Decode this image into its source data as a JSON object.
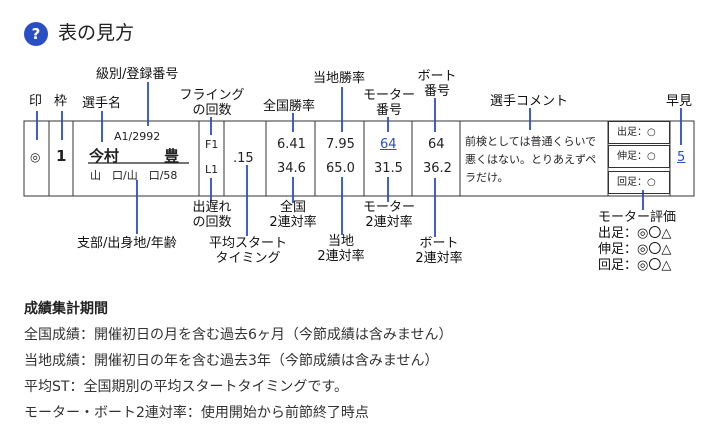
{
  "header": {
    "help_icon": "?",
    "title": "表の見方"
  },
  "labels": {
    "mark": "印",
    "frame": "枠",
    "racer_name": "選手名",
    "class_reg": "級別/登録番号",
    "flying_1": "フライング",
    "flying_2": "の回数",
    "national_win": "全国勝率",
    "local_win": "当地勝率",
    "motor_1": "モーター",
    "motor_2": "番号",
    "boat_1": "ボート",
    "boat_2": "番号",
    "comment": "選手コメント",
    "early_view": "早見",
    "late_1": "出遅れ",
    "late_2": "の回数",
    "national_2_1": "全国",
    "national_2_2": "2連対率",
    "avg_st_1": "平均スタート",
    "avg_st_2": "タイミング",
    "local_2_1": "当地",
    "local_2_2": "2連対率",
    "motor2_1": "モーター",
    "motor2_2": "2連対率",
    "boat2_1": "ボート",
    "boat2_2": "2連対率",
    "branch": "支部/出身地/年齢",
    "motor_eval": "モーター評価",
    "eval_start": "出足：◎〇△",
    "eval_stretch": "伸足：◎〇△",
    "eval_turn": "回足：◎〇△"
  },
  "row": {
    "mark": "◎",
    "frame": "1",
    "class_reg": "A1/2992",
    "name": "今村　　　豊",
    "branch": "山　口/山　口/58",
    "f_label": "F1",
    "l_label": "L1",
    "avg_st": ".15",
    "national_win": "6.41",
    "national_2": "34.6",
    "local_win": "7.95",
    "local_2": "65.0",
    "motor_no": "64",
    "motor_2": "31.5",
    "boat_no": "64",
    "boat_2": "36.2",
    "comment": "前検としては普通くらいで悪くはない。とりあえずペラだけ。",
    "eval_start": "出足：○",
    "eval_stretch": "伸足：○",
    "eval_turn": "回足：○",
    "early_view": "5"
  },
  "notes": {
    "title": "成績集計期間",
    "lines": [
      "全国成績：開催初日の月を含む過去6ヶ月（今節成績は含みません）",
      "当地成績：開催初日の年を含む過去3年（今節成績は含みません）",
      "平均ST：全国期別の平均スタートタイミングです。",
      "モーター・ボート2連対率：使用開始から前節終了時点"
    ]
  }
}
